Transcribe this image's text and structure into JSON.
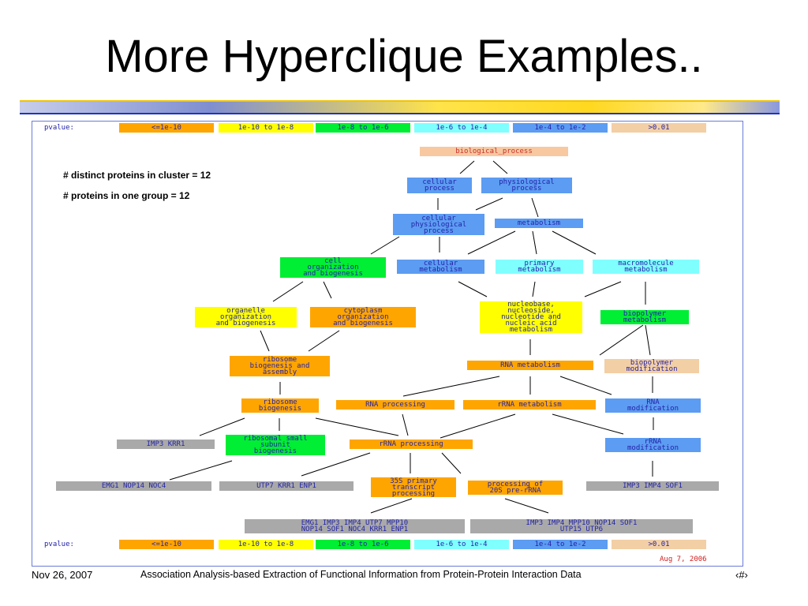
{
  "slide": {
    "title": "More Hyperclique Examples..",
    "notes": [
      "# distinct proteins in cluster = 12",
      "# proteins in one group = 12"
    ],
    "date_stamp": "Aug 7, 2006"
  },
  "legend": {
    "label": "pvalue:",
    "items": [
      "<=1e-10",
      "1e-10 to 1e-8",
      "1e-8 to 1e-6",
      "1e-6 to 1e-4",
      "1e-4 to 1e-2",
      ">0.01"
    ]
  },
  "nodes": {
    "biological_process": "biological_process",
    "cellular_process": "cellular\nprocess",
    "physiological_process": "physiological\nprocess",
    "cellular_physiological_process": "cellular\nphysiological\nprocess",
    "metabolism": "metabolism",
    "cell_organization": "cell\norganization\nand biogenesis",
    "cellular_metabolism": "cellular\nmetabolism",
    "primary_metabolism": "primary\nmetabolism",
    "macromolecule_metabolism": "macromolecule\nmetabolism",
    "organelle_organization": "organelle\norganization\nand biogenesis",
    "cytoplasm_organization": "cytoplasm\norganization\nand biogenesis",
    "nucleobase_metabolism": "nucleobase,\nnucleoside,\nnucleotide and\nnucleic acid\nmetabolism",
    "biopolymer_metabolism": "biopolymer\nmetabolism",
    "ribosome_biogenesis_assembly": "ribosome\nbiogenesis and\nassembly",
    "rna_metabolism": "RNA metabolism",
    "biopolymer_modification": "biopolymer\nmodification",
    "ribosome_biogenesis": "ribosome\nbiogenesis",
    "rna_processing": "RNA processing",
    "rrna_metabolism": "rRNA metabolism",
    "rna_modification": "RNA\nmodification",
    "imp3_krr1": "IMP3 KRR1",
    "ribosomal_small_subunit": "ribosomal small\nsubunit\nbiogenesis",
    "rrna_processing": "rRNA processing",
    "rrna_modification": "rRNA\nmodification",
    "emg1_nop14_noc4": "EMG1 NOP14 NOC4",
    "utp7_krr1_enp1": "UTP7 KRR1 ENP1",
    "primary_35s": "35S primary\ntranscript\nprocessing",
    "processing_20s": "processing of\n20S pre-rRNA",
    "imp3_imp4_sof1": "IMP3 IMP4 SOF1",
    "genes_left": "EMG1 IMP3 IMP4 UTP7 MPP10\nNOP14 SOF1 NOC4 KRR1 ENP1",
    "genes_right": "IMP3 IMP4 MPP10 NOP14 SOF1\nUTP15 UTP6"
  },
  "footer": {
    "date": "Nov 26, 2007",
    "caption": "Association Analysis-based Extraction of Functional Information from Protein-Protein Interaction Data",
    "page": "‹#›"
  }
}
